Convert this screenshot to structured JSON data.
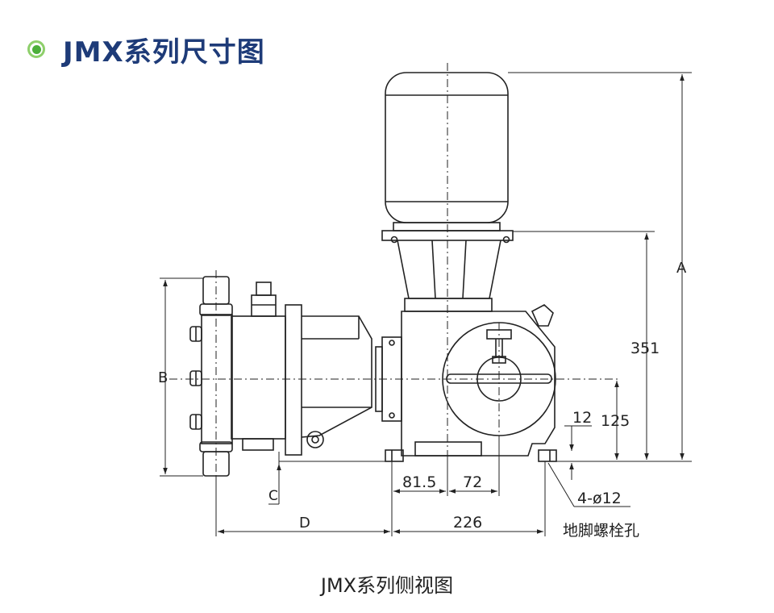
{
  "header": {
    "title": "JMX系列尺寸图",
    "bullet_color": "#4caf3a",
    "title_color": "#1e3b78"
  },
  "drawing": {
    "labels": {
      "dim_a": "A",
      "dim_b": "B",
      "dim_c": "C",
      "dim_d": "D",
      "dim_351": "351",
      "dim_125": "125",
      "dim_12": "12",
      "dim_81_5": "81.5",
      "dim_72": "72",
      "dim_226": "226",
      "hole_spec": "4-ø12",
      "hole_desc": "地脚螺栓孔"
    }
  },
  "caption": "JMX系列侧视图"
}
